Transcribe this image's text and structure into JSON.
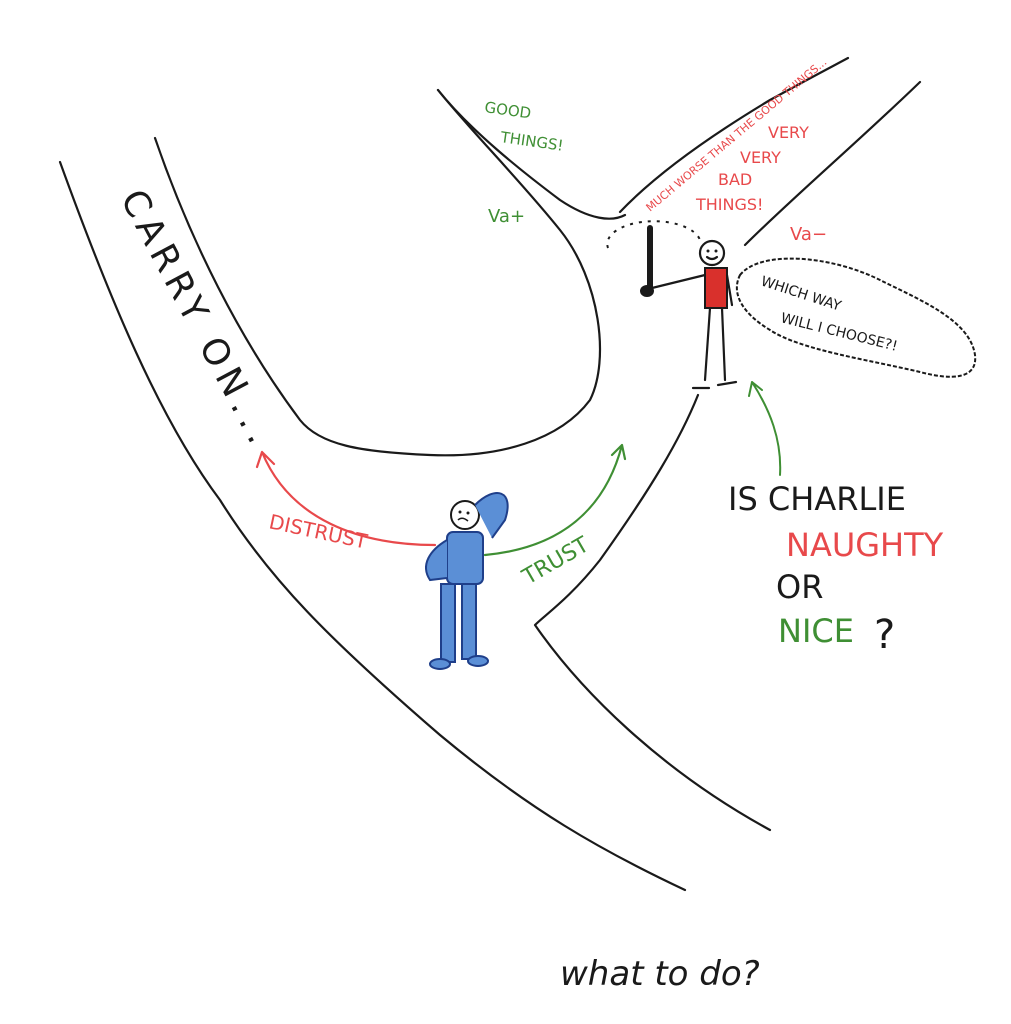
{
  "labels": {
    "carry_on": "CARRY ON...",
    "good_things_1": "GOOD",
    "good_things_2": "THINGS!",
    "va_plus": "Va+",
    "much_worse": "MUCH WORSE THAN THE GOOD THINGS...",
    "very_1": "VERY",
    "very_2": "VERY",
    "bad": "BAD",
    "things": "THINGS!",
    "va_minus": "Va−",
    "thought_1": "WHICH WAY",
    "thought_2": "WILL I CHOOSE?!",
    "distrust": "DISTRUST",
    "trust": "TRUST",
    "q_is_charlie": "IS CHARLIE",
    "q_naughty": "NAUGHTY",
    "q_or": "OR",
    "q_nice": "NICE",
    "q_mark": "?",
    "what_to_do": "what to do?"
  },
  "colors": {
    "ink": "#1a1a1a",
    "red": "#e8494b",
    "green": "#3f8f34",
    "blue": "#5b8fd6",
    "dark_blue": "#1f3f8a",
    "shirt_red": "#d9302c"
  }
}
